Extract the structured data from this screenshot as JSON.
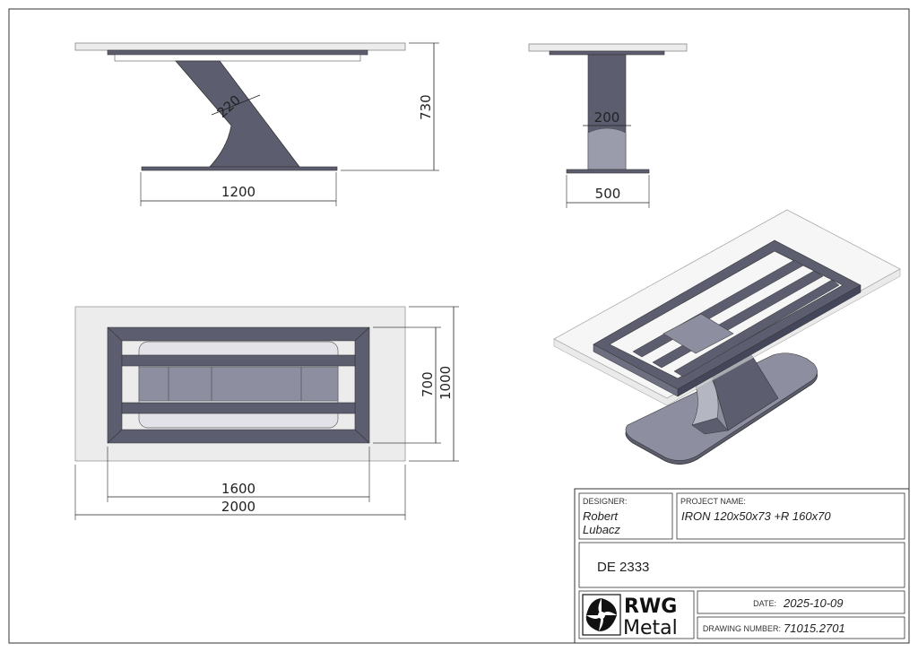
{
  "dimensions": {
    "front_width": "1200",
    "leg_width": "220",
    "height": "730",
    "side_leg": "200",
    "side_base": "500",
    "frame_length": "1600",
    "top_length": "2000",
    "frame_width": "700",
    "top_width": "1000"
  },
  "title_block": {
    "designer_label": "DESIGNER:",
    "designer_line1": "Robert",
    "designer_line2": "Lubacz",
    "project_label": "PROJECT NAME:",
    "project_name": "IRON 120x50x73 +R 160x70",
    "code": "DE 2333",
    "logo_line1": "RWG",
    "logo_line2": "Metal",
    "date_label": "DATE:",
    "date_value": "2025-10-09",
    "drawing_label": "DRAWING NUMBER:",
    "drawing_value": "71015.2701"
  },
  "colors": {
    "steel": "#5c5e70",
    "steel_light": "#8d8fa0",
    "glass": "#ececec",
    "line": "#222222"
  }
}
